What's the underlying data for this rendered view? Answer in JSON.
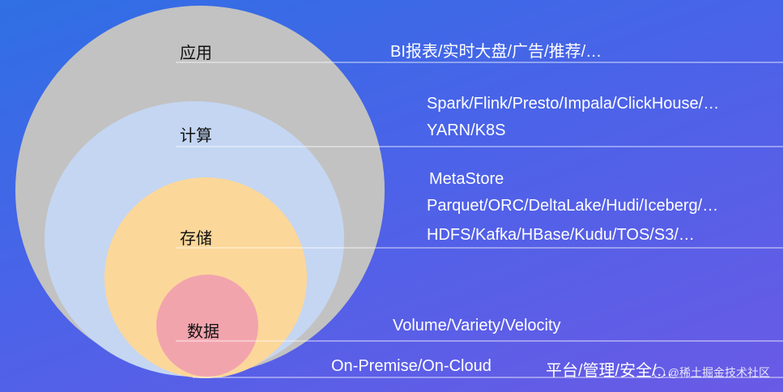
{
  "layers": [
    {
      "label": "应用",
      "color": "#c2c2c2",
      "descriptions": [
        "BI报表/实时大盘/广告/推荐/…"
      ]
    },
    {
      "label": "计算",
      "color": "#c4d6f2",
      "descriptions": [
        "Spark/Flink/Presto/Impala/ClickHouse/…",
        "YARN/K8S"
      ]
    },
    {
      "label": "存储",
      "color": "#fcd79a",
      "descriptions": [
        "MetaStore",
        "Parquet/ORC/DeltaLake/Hudi/Iceberg/…",
        "HDFS/Kafka/HBase/Kudu/TOS/S3/…"
      ]
    },
    {
      "label": "数据",
      "color": "#f2a4ad",
      "descriptions": [
        "Volume/Variety/Velocity"
      ]
    }
  ],
  "footer": {
    "deployment": "On-Premise/On-Cloud",
    "platform": "平台/管理/安全/…"
  },
  "watermark": "@稀土掘金技术社区"
}
